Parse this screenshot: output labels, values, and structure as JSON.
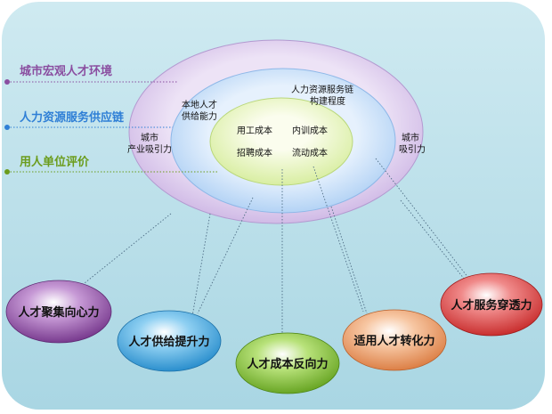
{
  "levels": {
    "outer": "城市宏观人才环境",
    "middle": "人力资源服务供应链",
    "inner": "用人单位评价"
  },
  "ring_labels": {
    "city_industry": [
      "城市",
      "产业吸引力"
    ],
    "city_attract": [
      "城市",
      "吸引力"
    ],
    "local_talent": [
      "本地人才",
      "供给能力"
    ],
    "hr_chain": [
      "人力资源服务链",
      "构建程度"
    ]
  },
  "core_items": {
    "employment_cost": "用工成本",
    "training_cost": "内训成本",
    "recruitment_cost": "招聘成本",
    "turnover_cost": "流动成本"
  },
  "outcomes": {
    "gathering": "人才聚集向心力",
    "supply": "人才供给提升力",
    "cost_reverse": "人才成本反向力",
    "conversion": "适用人才转化力",
    "service": "人才服务穿透力"
  },
  "colors": {
    "level_outer": "#8a4ea0",
    "level_middle": "#2f7fd6",
    "level_inner": "#6b9c1c"
  }
}
